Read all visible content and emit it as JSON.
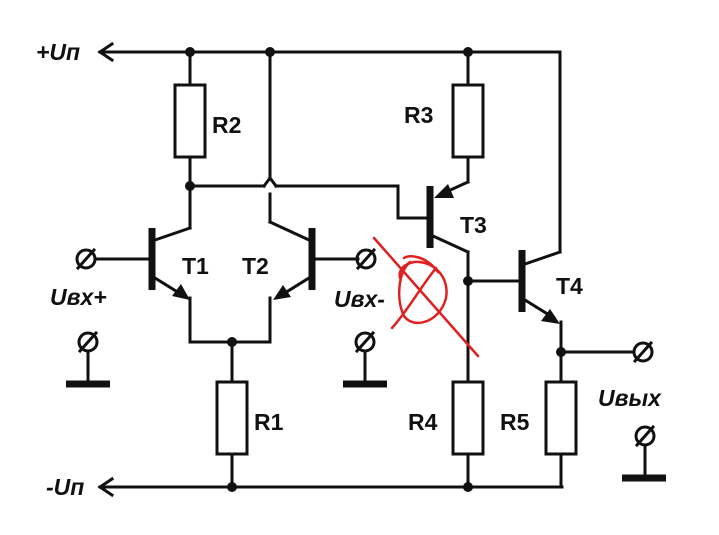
{
  "labels": {
    "vcc_pos": "+Uп",
    "vcc_neg": "-Uп",
    "r1": "R1",
    "r2": "R2",
    "r3": "R3",
    "r4": "R4",
    "r5": "R5",
    "t1": "T1",
    "t2": "T2",
    "t3": "T3",
    "t4": "T4",
    "in_pos": "Uвх+",
    "in_neg": "Uвх-",
    "out": "Uвых"
  },
  "colors": {
    "wire": "#111111",
    "annotation": "#e02020"
  }
}
